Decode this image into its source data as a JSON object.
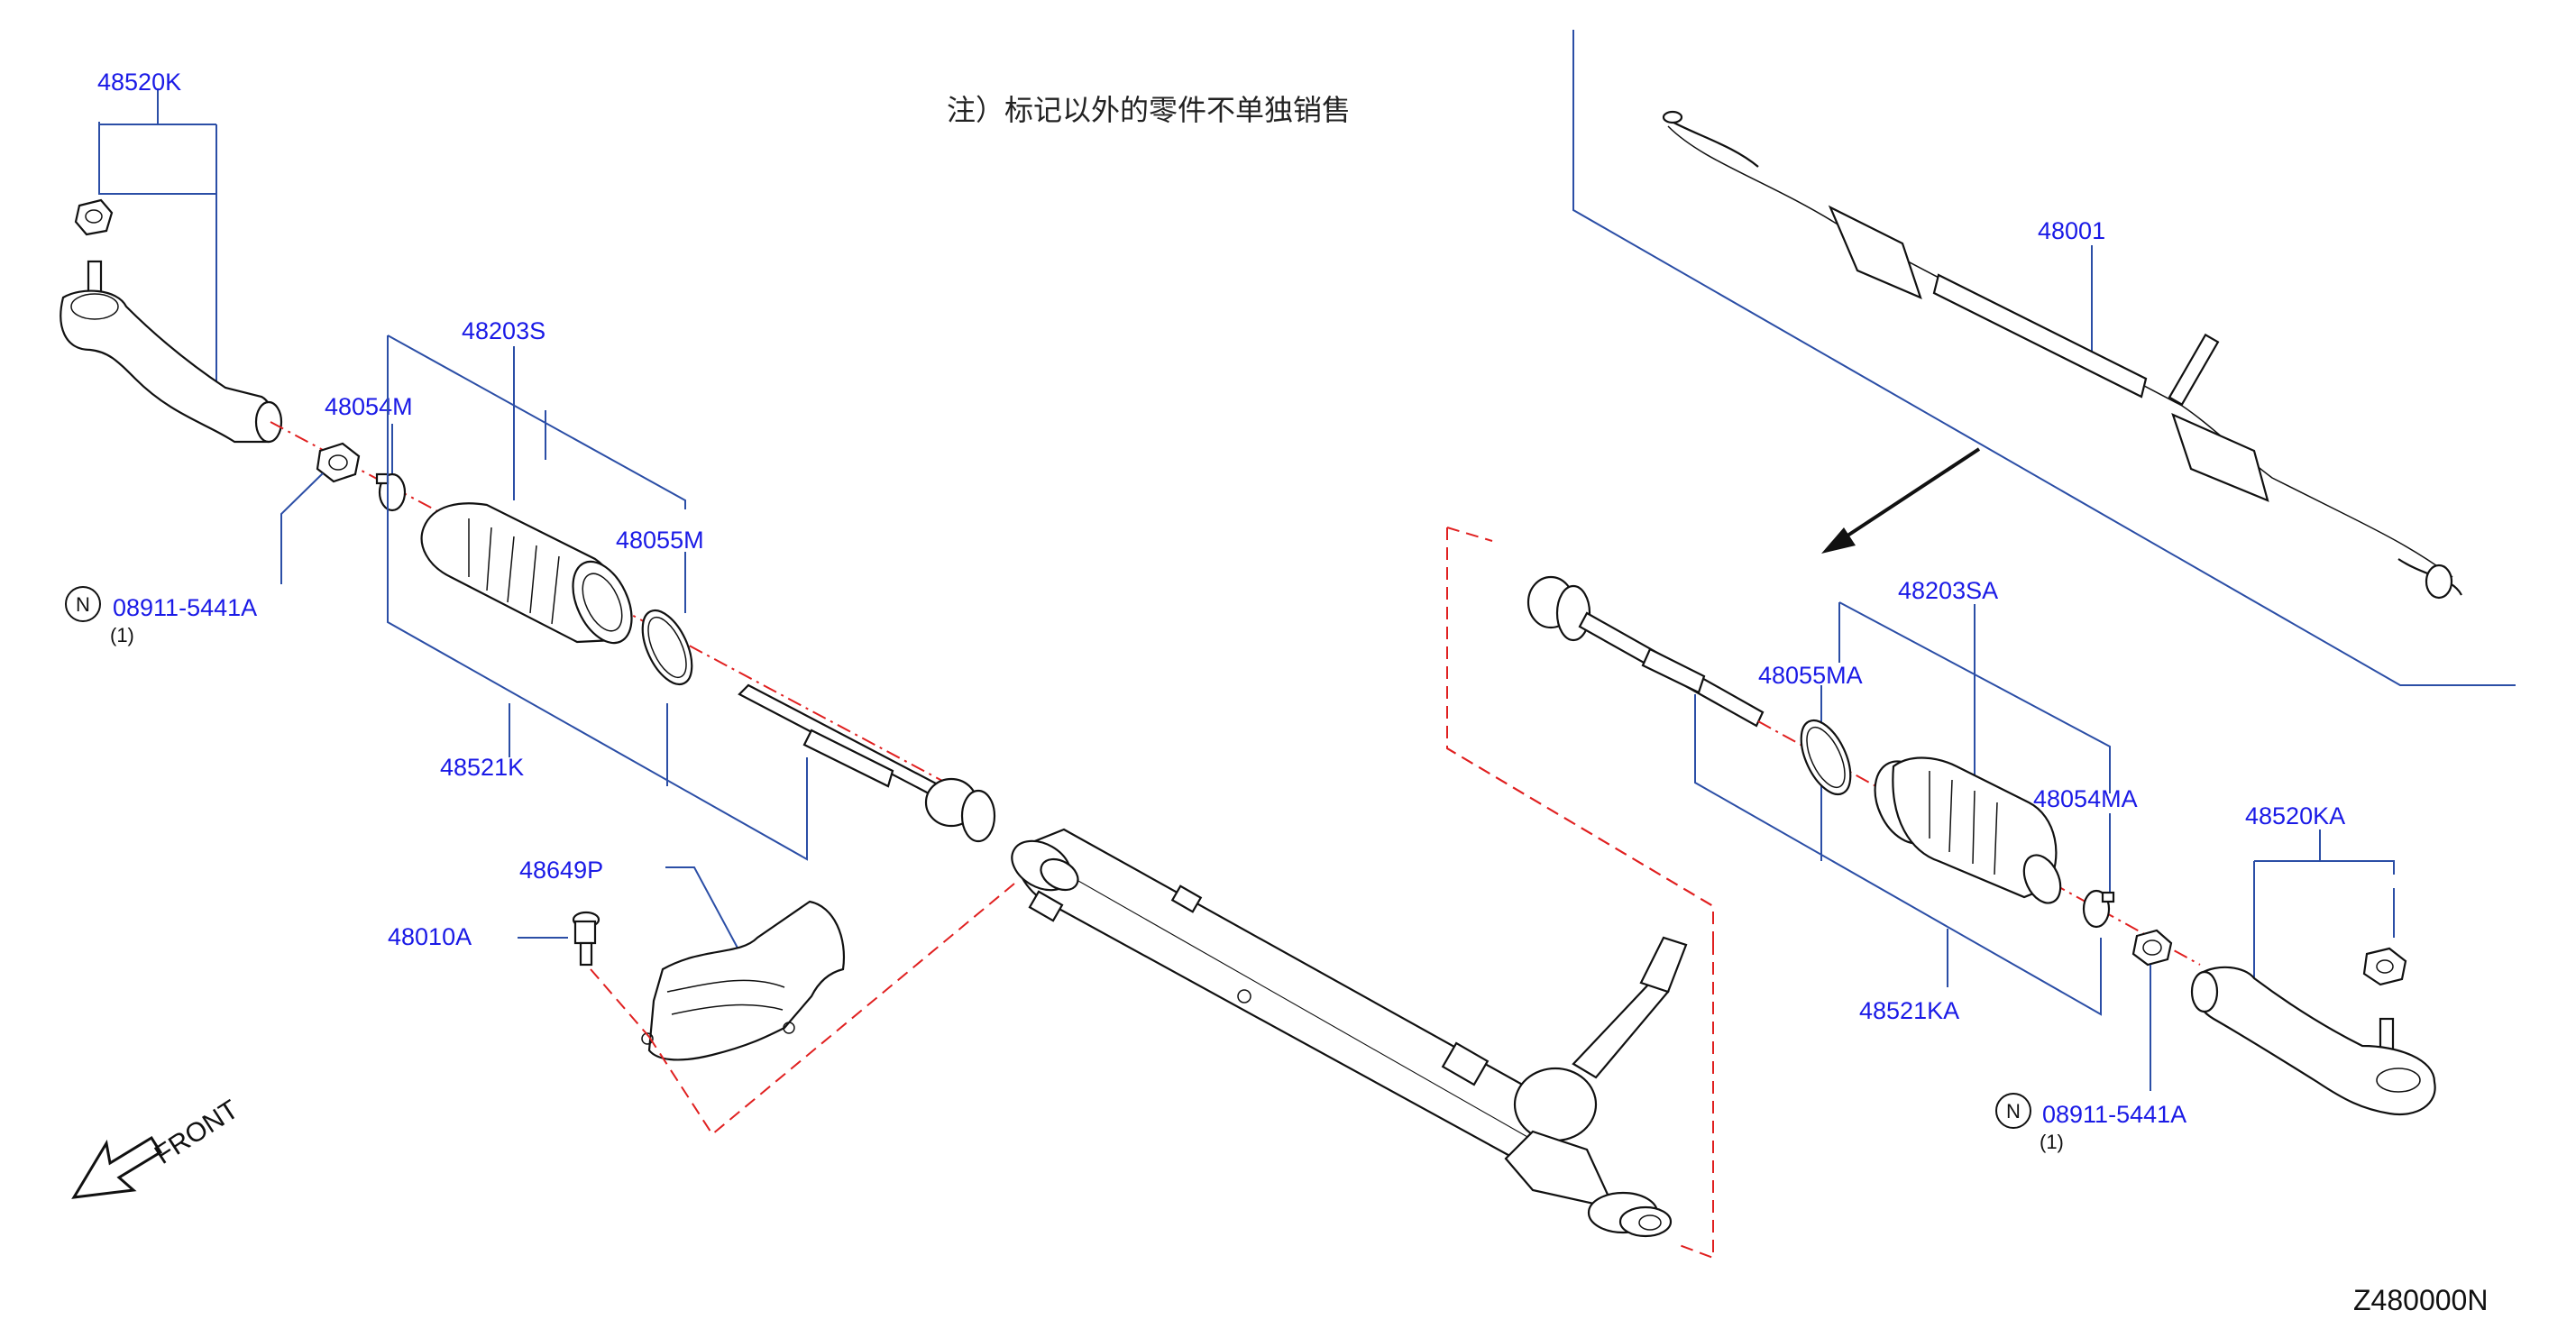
{
  "note": "注）标记以外的零件不单独销售",
  "diagram_code": "Z480000N",
  "front_label": "FRONT",
  "nut_symbol": "N",
  "parts": {
    "tie_rod_end_left": "48520K",
    "inner_socket_left": "48203S",
    "boot_clamp_outer_left": "48054M",
    "boot_clamp_inner_left": "48055M",
    "nut_left": "08911-5441A",
    "nut_left_qty": "(1)",
    "boot_left": "48521K",
    "insulator": "48649P",
    "bolt": "48010A",
    "gear_assembly": "48001",
    "inner_socket_right": "48203SA",
    "boot_clamp_inner_right": "48055MA",
    "boot_clamp_outer_right": "48054MA",
    "tie_rod_end_right": "48520KA",
    "boot_right": "48521KA",
    "nut_right": "08911-5441A",
    "nut_right_qty": "(1)"
  }
}
